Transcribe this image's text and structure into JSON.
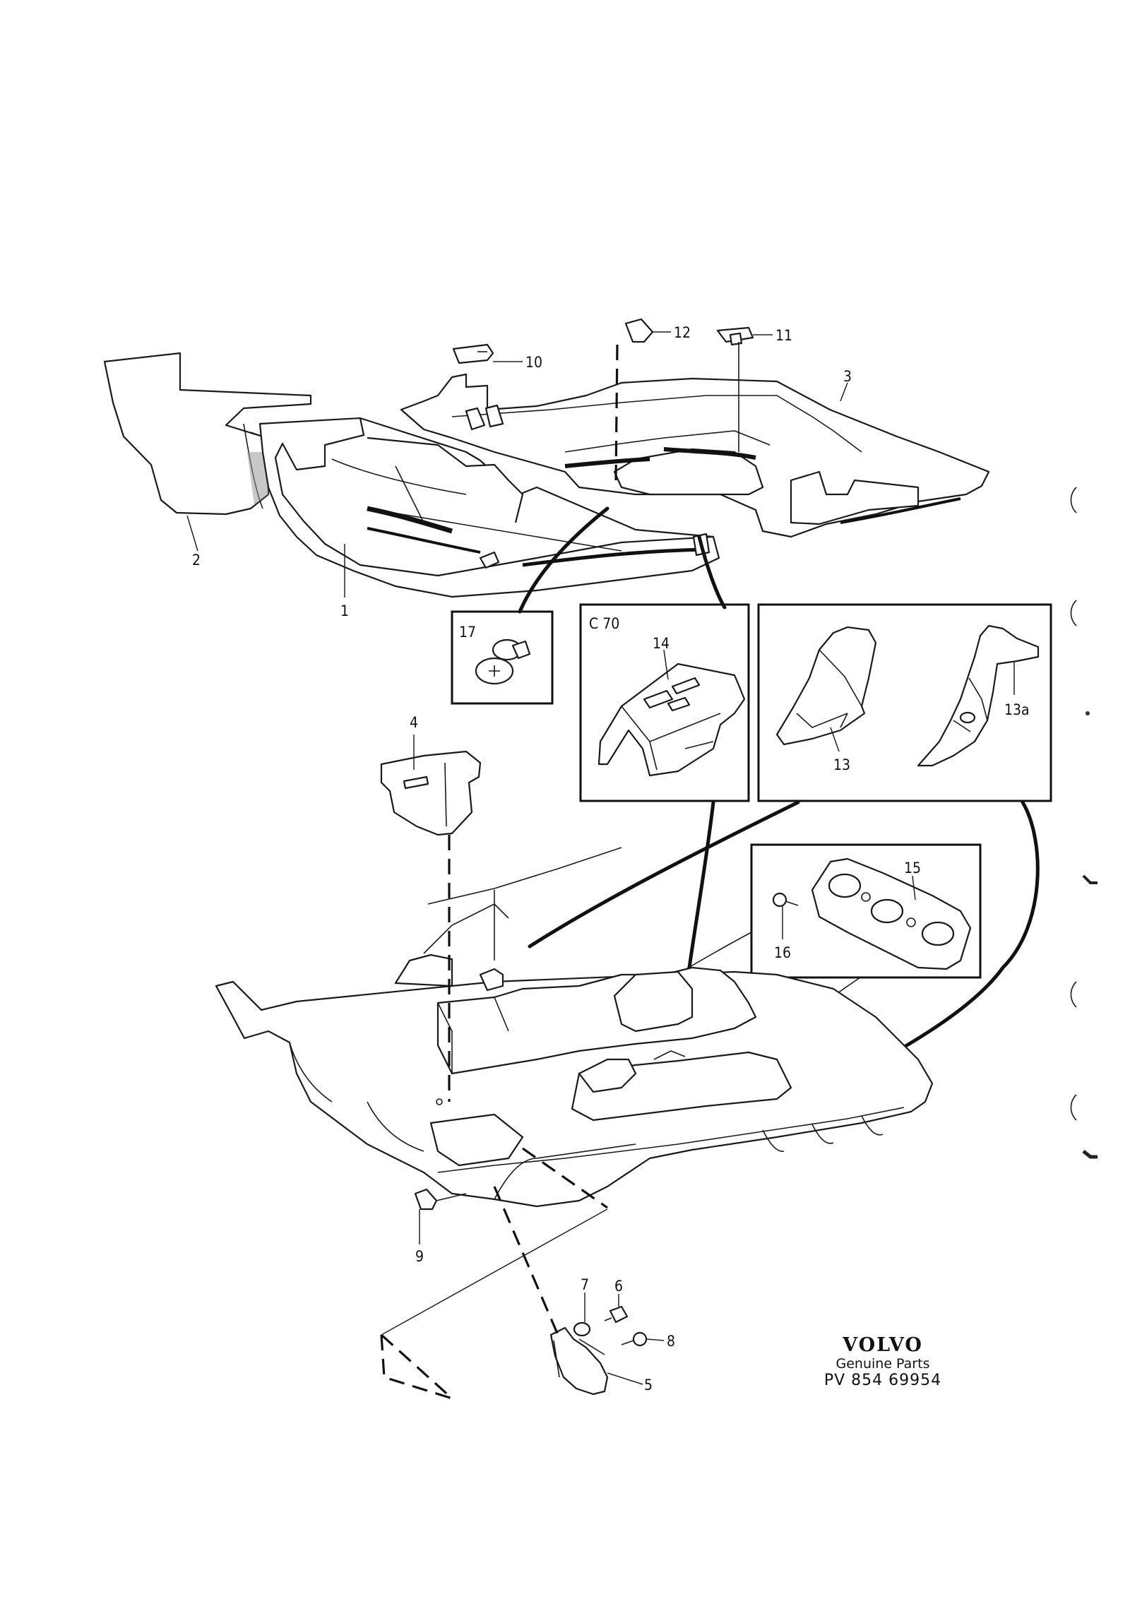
{
  "diagram": {
    "labels": {
      "p1": "1",
      "p2": "2",
      "p3": "3",
      "p4": "4",
      "p5": "5",
      "p6": "6",
      "p7": "7",
      "p8": "8",
      "p9": "9",
      "p10": "10",
      "p11": "11",
      "p12": "12",
      "p13": "13",
      "p13a": "13a",
      "p14": "14",
      "p15": "15",
      "p16": "16",
      "p17": "17"
    },
    "inset_model": "C 70"
  },
  "branding": {
    "logo_text": "VOLVO",
    "subtitle": "Genuine Parts",
    "reference": "PV 854 69954"
  }
}
